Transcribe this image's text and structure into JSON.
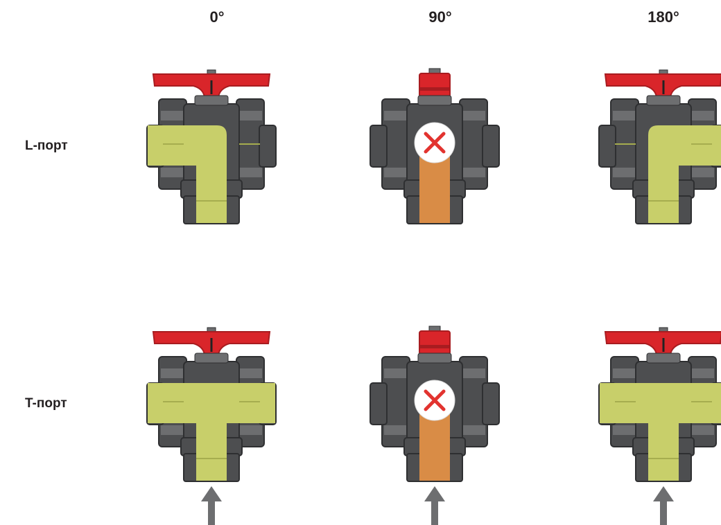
{
  "columns": [
    "0°",
    "90°",
    "180°"
  ],
  "rows": [
    "L-порт",
    "T-порт"
  ],
  "colors": {
    "handle": "#d9252a",
    "handle_dark": "#a81c20",
    "body": "#4d4e50",
    "body_light": "#6d6e70",
    "body_dark": "#2e2f31",
    "flow_open": "#c8cf6a",
    "flow_open_dark": "#a6ad4f",
    "flow_closed": "#d98c46",
    "arrow": "#6d6e70",
    "cross": "#e2332f"
  },
  "icons": {
    "closed": "cross-icon",
    "flow_in": "arrow-up-icon"
  },
  "diagram": {
    "L-порт": {
      "0°": {
        "handle": "butterfly",
        "state": "open",
        "paths": [
          "left",
          "bottom"
        ]
      },
      "90°": {
        "handle": "side",
        "state": "closed",
        "paths": [
          "bottom"
        ]
      },
      "180°": {
        "handle": "butterfly",
        "state": "open",
        "paths": [
          "right",
          "bottom"
        ]
      }
    },
    "T-порт": {
      "0°": {
        "handle": "butterfly",
        "state": "open",
        "paths": [
          "left",
          "right",
          "bottom"
        ]
      },
      "90°": {
        "handle": "side",
        "state": "closed",
        "paths": [
          "bottom"
        ]
      },
      "180°": {
        "handle": "butterfly",
        "state": "open",
        "paths": [
          "left",
          "right",
          "bottom"
        ]
      }
    }
  }
}
